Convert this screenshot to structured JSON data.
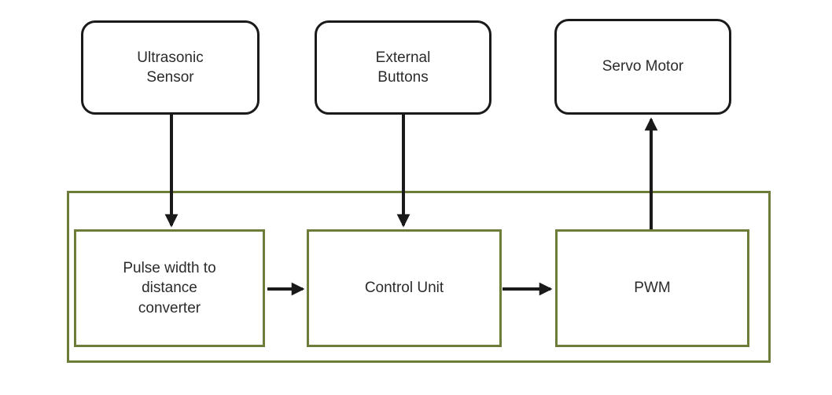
{
  "diagram": {
    "type": "block-diagram",
    "colors": {
      "top_node_border": "#1a1a1a",
      "group_border": "#6e7c3a",
      "inner_node_border": "#6e7c3a",
      "arrow": "#1a1a1a",
      "text": "#2b2b2b",
      "background": "#ffffff"
    },
    "top_nodes": [
      {
        "id": "ultrasonic-sensor",
        "label": "Ultrasonic\nSensor"
      },
      {
        "id": "external-buttons",
        "label": "External\nButtons"
      },
      {
        "id": "servo-motor",
        "label": "Servo Motor"
      }
    ],
    "group": {
      "id": "controller-group",
      "inner_nodes": [
        {
          "id": "pulse-width-converter",
          "label": "Pulse width to\ndistance\nconverter"
        },
        {
          "id": "control-unit",
          "label": "Control Unit"
        },
        {
          "id": "pwm",
          "label": "PWM"
        }
      ]
    },
    "edges": [
      {
        "from": "ultrasonic-sensor",
        "to": "pulse-width-converter",
        "direction": "down"
      },
      {
        "from": "external-buttons",
        "to": "control-unit",
        "direction": "down"
      },
      {
        "from": "pulse-width-converter",
        "to": "control-unit",
        "direction": "right"
      },
      {
        "from": "control-unit",
        "to": "pwm",
        "direction": "right"
      },
      {
        "from": "pwm",
        "to": "servo-motor",
        "direction": "up"
      }
    ]
  }
}
